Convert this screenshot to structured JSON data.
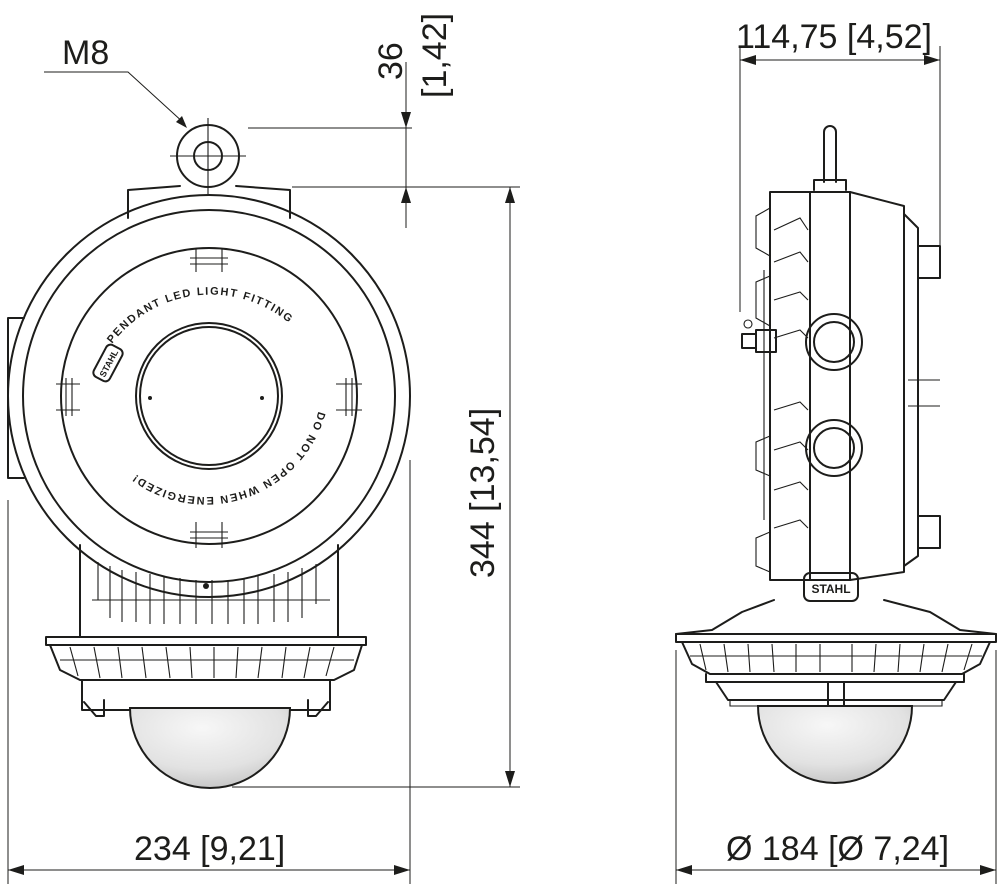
{
  "labels": {
    "thread": "M8",
    "eye_height": "36",
    "eye_height_in": "[1,42]",
    "total_height": "344 [13,54]",
    "width": "234 [9,21]",
    "depth": "114,75 [4,52]",
    "diameter": "Ø 184 [Ø 7,24]"
  },
  "ring_text": {
    "top": "PENDANT LED LIGHT FITTING",
    "bottom": "DO NOT OPEN WHEN ENERGIZED!"
  },
  "logo": "STAHL",
  "colors": {
    "line": "#1d1d1b",
    "background": "#ffffff",
    "dome": "#d9d9d9"
  }
}
